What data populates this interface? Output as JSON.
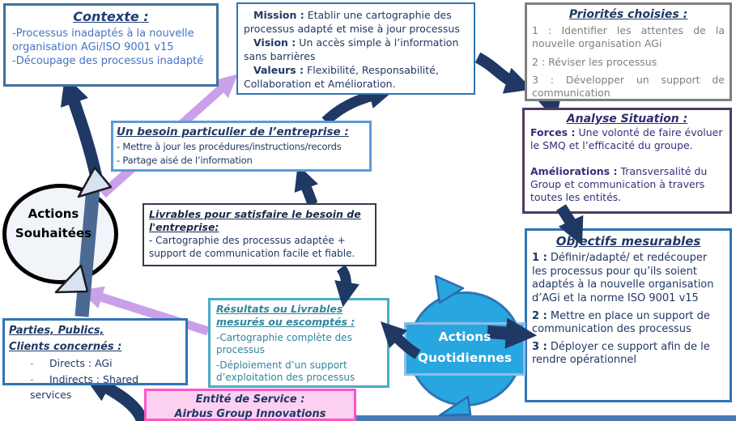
{
  "colors": {
    "navy_text": "#203864",
    "blue_text": "#4472C4",
    "gray_text": "#7F7F7F",
    "purple_text": "#33317B",
    "teal_text": "#31859C",
    "arrow_navy": "#1F3864",
    "arrow_purple": "#C9A0E9",
    "circle_blue": "#27A6DF",
    "pink_bg": "#FBD0F0",
    "pink_border": "#FF54C7",
    "green_dash": "#70AD47"
  },
  "boxes": {
    "contexte": {
      "title": "Contexte :",
      "lines": [
        "-Processus inadaptés à la nouvelle organisation AGi/ISO 9001 v15",
        "-Découpage des processus inadapté"
      ]
    },
    "mission": {
      "items": [
        {
          "label": "Mission :",
          "text": "Etablir une cartographie des processus adapté et mise à jour  processus"
        },
        {
          "label": "Vision :",
          "text": "Un accès simple à l’information sans barrières"
        },
        {
          "label": "Valeurs :",
          "text": "Flexibilité, Responsabilité, Collaboration et Amélioration."
        }
      ]
    },
    "priorites": {
      "title": "Priorités choisies :",
      "items": [
        "1 : Identifier les attentes de la nouvelle organisation AGi",
        "2 : Réviser les processus",
        "3 : Développer un support de communication"
      ]
    },
    "analyse": {
      "title": "Analyse Situation :",
      "items": [
        {
          "label": "Forces :",
          "text": "Une volonté de faire évoluer le SMQ et l’efficacité du groupe."
        },
        {
          "label": "Améliorations :",
          "text": "Transversalité du Group et communication à travers toutes les entités."
        }
      ]
    },
    "objectifs": {
      "title": "Objectifs mesurables",
      "items": [
        {
          "label": "1 :",
          "text": "Définir/adapté/ et redécouper les processus pour qu’ils soient adaptés à la nouvelle organisation d’AGi et la norme ISO 9001 v15"
        },
        {
          "label": "2 :",
          "text": "Mettre en place un support de communication des processus"
        },
        {
          "label": "3 :",
          "text": "Déployer ce support afin de le rendre opérationnel"
        }
      ]
    },
    "besoin": {
      "title": "Un besoin particulier de l’entreprise :",
      "lines": [
        "- Mettre à jour les procédures/instructions/records",
        "- Partage aisé de l’information"
      ]
    },
    "livrables": {
      "title": "Livrables pour satisfaire le besoin de l'entreprise:",
      "lines": [
        "- Cartographie des processus adaptée + support de communication facile et fiable."
      ]
    },
    "parties": {
      "title_line1": "Parties, Publics,",
      "title_line2": "Clients concernés :",
      "items": [
        {
          "dash": "-",
          "text": "Directs : AGi"
        },
        {
          "dash": "-",
          "text": "Indirects : Shared services"
        }
      ]
    },
    "resultats": {
      "title": "Résultats ou Livrables mesurés ou escomptés :",
      "lines": [
        "-Cartographie complète des processus",
        "-Déploiement d’un support d’exploitation des processus"
      ]
    },
    "entite": {
      "line1": "Entité de Service :",
      "line2": "Airbus Group Innovations"
    }
  },
  "shapes": {
    "actions_souhaitees": "Actions Souhaitées",
    "actions_quotidiennes_line1": "Actions",
    "actions_quotidiennes_line2": "Quotidiennes"
  }
}
